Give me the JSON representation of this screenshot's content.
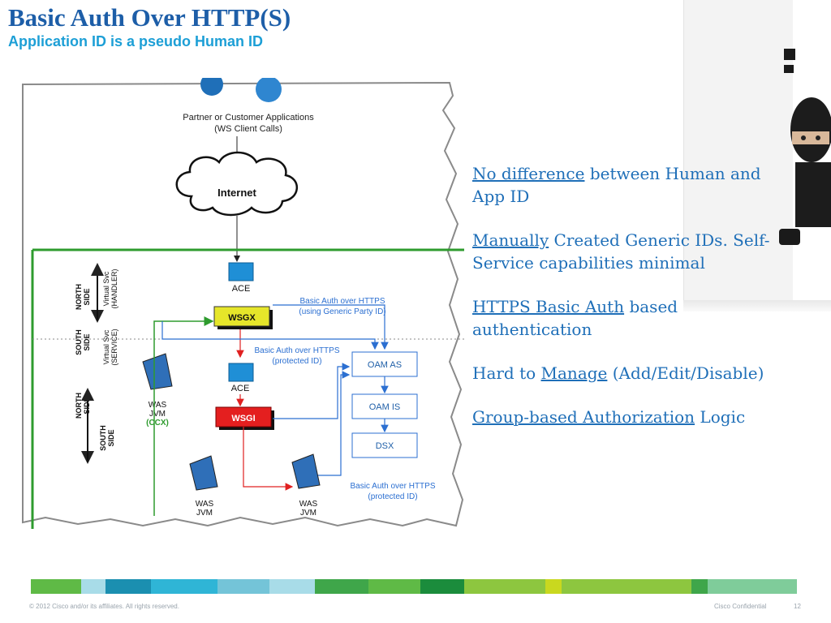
{
  "slide": {
    "title": "Basic Auth Over HTTP(S)",
    "subtitle": "Application ID is a pseudo Human ID"
  },
  "diagram": {
    "partner_line1": "Partner or Customer Applications",
    "partner_line2": "(WS Client Calls)",
    "internet": "Internet",
    "ace_top": "ACE",
    "ace_mid": "ACE",
    "wsgx": "WSGX",
    "wsgi": "WSGI",
    "north_side_top": [
      "NORTH",
      "SIDE"
    ],
    "south_side_top": [
      "SOUTH",
      "SIDE"
    ],
    "north_side_bottom": [
      "NORTH",
      "SIDE"
    ],
    "south_side_bottom": [
      "SOUTH",
      "SIDE"
    ],
    "virtual_svc_handler": [
      "Virtual Svc",
      "(HANDLER)"
    ],
    "virtual_svc_service": [
      "Virtual Svc",
      "(SERVICE)"
    ],
    "generic_label_1": "Basic Auth over HTTPS",
    "generic_label_2": "(using Generic Party ID)",
    "protected_label_1": "Basic Auth over HTTPS",
    "protected_label_2": "(protected ID)",
    "protected_bottom_1": "Basic Auth over HTTPS",
    "protected_bottom_2": "(protected ID)",
    "oam_as": "OAM AS",
    "oam_is": "OAM IS",
    "dsx": "DSX",
    "was_ccx": [
      "WAS",
      "JVM",
      "(CCX)"
    ],
    "was_left": [
      "WAS",
      "JVM"
    ],
    "was_right": [
      "WAS",
      "JVM"
    ]
  },
  "bullets": [
    {
      "link": "No difference",
      "rest": " between Human and App ID"
    },
    {
      "link": "Manually",
      "rest": " Created Generic IDs. Self-Service capabilities minimal"
    },
    {
      "link": "HTTPS Basic Auth",
      "rest": " based authentication"
    },
    {
      "prefix": "Hard to ",
      "link": "Manage",
      "rest": " (Add/Edit/Disable)"
    },
    {
      "link": "Group-based Authorization",
      "rest": " Logic"
    }
  ],
  "footer": {
    "copyright": "© 2012 Cisco and/or its affiliates. All rights reserved.",
    "confidential": "Cisco Confidential",
    "page": "12"
  },
  "colors": {
    "title": "#1d5ea8",
    "subtitle": "#1d9fd6",
    "bullet_text": "#1f6fb8",
    "green_line": "#2e9b2e",
    "wsgx_fill": "#e6e62a",
    "wsgi_fill": "#e41f1f",
    "blue_arrow": "#2b6fd1",
    "red_arrow": "#e02020"
  },
  "color_bar": [
    "#5fba46",
    "#a8dce8",
    "#1b8fb0",
    "#2fb5d6",
    "#74c4d8",
    "#a8dce8",
    "#3fa64a",
    "#5fba46",
    "#1b8c3c",
    "#8dc63f",
    "#c9d81f",
    "#8dc63f",
    "#3fa64a",
    "#7fcc9a"
  ]
}
